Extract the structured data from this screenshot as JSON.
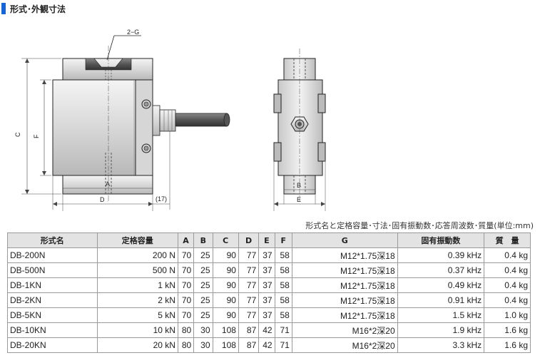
{
  "page": {
    "title": "形式･外観寸法",
    "caption": "形式名と定格容量･寸法･固有振動数･応答周波数･質量(単位:mm)"
  },
  "drawing": {
    "labels": {
      "g": "2−G",
      "a": "A",
      "b": "B",
      "c": "C",
      "d": "D",
      "e": "E",
      "f": "F",
      "cable": "(17)"
    }
  },
  "table": {
    "headers": [
      "形式名",
      "定格容量",
      "A",
      "B",
      "C",
      "D",
      "E",
      "F",
      "G",
      "固有振動数",
      "質　量"
    ],
    "rows": [
      [
        "DB-200N",
        "200 N",
        "70",
        "25",
        "90",
        "77",
        "37",
        "58",
        "M12*1.75深18",
        "0.39 kHz",
        "0.4 kg"
      ],
      [
        "DB-500N",
        "500 N",
        "70",
        "25",
        "90",
        "77",
        "37",
        "58",
        "M12*1.75深18",
        "0.37 kHz",
        "0.4 kg"
      ],
      [
        "DB-1KN",
        "1 kN",
        "70",
        "25",
        "90",
        "77",
        "37",
        "58",
        "M12*1.75深18",
        "0.49 kHz",
        "0.4 kg"
      ],
      [
        "DB-2KN",
        "2 kN",
        "70",
        "25",
        "90",
        "77",
        "37",
        "58",
        "M12*1.75深18",
        "0.91 kHz",
        "0.4 kg"
      ],
      [
        "DB-5KN",
        "5 kN",
        "70",
        "25",
        "90",
        "77",
        "37",
        "58",
        "M12*1.75深18",
        "1.5 kHz",
        "1.0 kg"
      ],
      [
        "DB-10KN",
        "10 kN",
        "80",
        "30",
        "108",
        "87",
        "42",
        "71",
        "M16*2深20",
        "1.9 kHz",
        "1.6 kg"
      ],
      [
        "DB-20KN",
        "20 kN",
        "80",
        "30",
        "108",
        "87",
        "42",
        "71",
        "M16*2深20",
        "3.3 kHz",
        "1.6 kg"
      ]
    ]
  }
}
